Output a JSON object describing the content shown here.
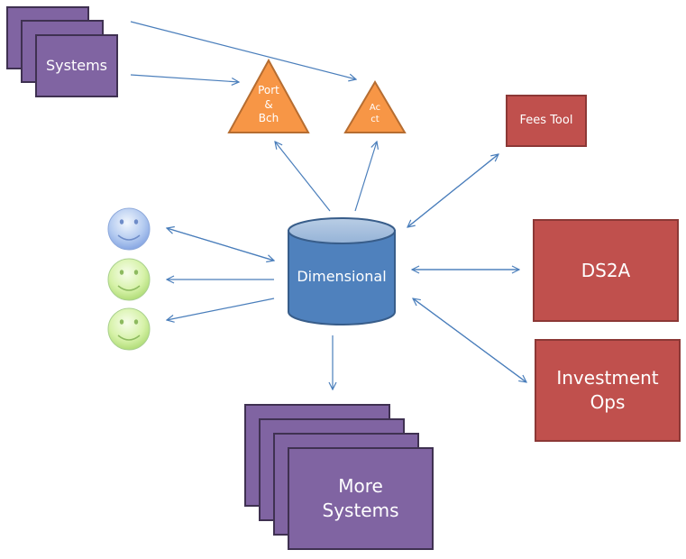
{
  "diagram": {
    "source_systems_label": "Systems",
    "triangle_port_bch_label": "Port\n&\nBch",
    "triangle_acct_label": "Ac\nct",
    "fees_tool_label": "Fees Tool",
    "database_label": "Dimensional",
    "ds2a_label": "DS2A",
    "investment_ops_label": "Investment\nOps",
    "more_systems_label": "More\nSystems",
    "users": [
      {
        "icon": "smiley-face-icon",
        "color": "blue"
      },
      {
        "icon": "smiley-face-icon",
        "color": "green"
      },
      {
        "icon": "smiley-face-icon",
        "color": "green"
      }
    ],
    "colors": {
      "system_purple": "#8064A2",
      "system_border": "#3F3151",
      "triangle_orange": "#F79646",
      "triangle_border": "#B66D31",
      "red_box": "#C0504D",
      "red_border": "#8C3836",
      "cylinder_blue": "#4F81BD",
      "cylinder_border": "#385D8A",
      "arrow": "#4A7EBB"
    }
  }
}
